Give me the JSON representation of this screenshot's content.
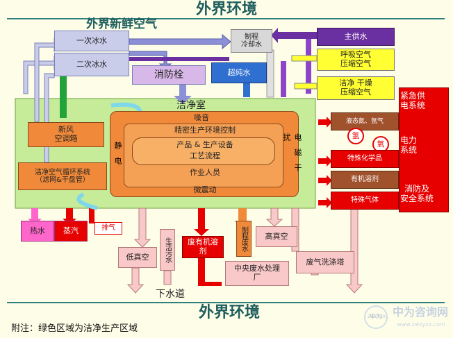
{
  "title_top": "外界环境",
  "title_bottom": "外界环境",
  "fresh_air": "外界新鲜空气",
  "primary_ice_water": "一次冰水",
  "secondary_ice_water": "二次冰水",
  "chilled_water": "制程\n冷却水",
  "main_water": "主供水",
  "breathing_air": "呼吸空气\n压缩空气",
  "clean_dry_air": "洁净 干燥\n压缩空气",
  "fire_hydrant": "消防栓",
  "ultrapure_water": "超纯水",
  "cleanroom": "洁净室",
  "noise": "噪音",
  "precision_env": "精密生产环境控制",
  "products_equipment": "产品 & 生产设备",
  "process_flow": "工艺流程",
  "workers": "作业人员",
  "micro_vibration": "微震动",
  "static": "静\n电",
  "em_interference": "电\n磁\n干\n扰",
  "fresh_air_unit": "新风\n空调箱",
  "recirculation": "洁净空气循环系统\n（滤网&干盘管）",
  "gas_nitrogen": "液态氮、氩气",
  "hydrogen": "氢",
  "oxygen": "氧",
  "special_chemicals": "特殊化学品",
  "organic_solvents": "有机溶剂",
  "special_gas": "特殊气体",
  "emergency_power": "紧急供\n电系统",
  "power_system": "电力\n系统",
  "fire_safety": "消防及\n安全系统",
  "hot_water": "热水",
  "steam": "蒸汽",
  "exhaust": "排气",
  "low_vacuum": "低真空",
  "domestic_sewage": "生活污水",
  "organic_solvent_waste": "废有机溶\n剂",
  "process_wastewater": "制程废水",
  "high_vacuum": "高真空",
  "central_wastewater": "中央废水处理\n厂",
  "scrubber": "废气洗涤塔",
  "sewer": "下水道",
  "note": "附注：绿色区域为洁净生产区域",
  "watermark_cn": "中为咨询网",
  "watermark_url": "www.zwzyzx.com",
  "watermark_logo": "ZWZYZX",
  "watermark_seal": "中为"
}
